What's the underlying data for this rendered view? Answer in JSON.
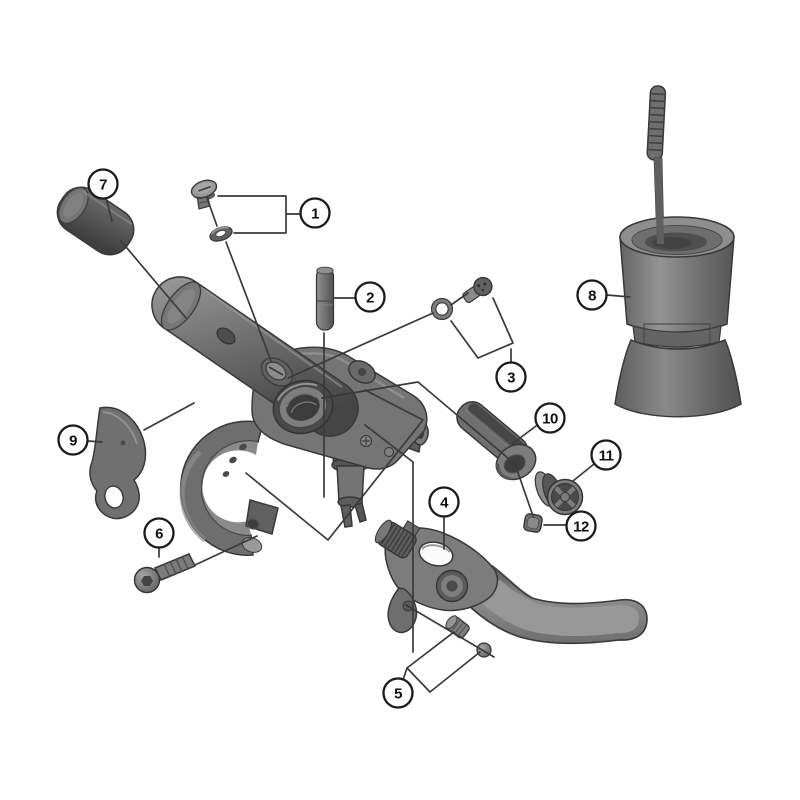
{
  "diagram": {
    "kind": "exploded-parts-diagram",
    "background": "#ffffff",
    "line_color": "#3a3a3a",
    "part_fill": "#777777",
    "callout_style": {
      "fill": "#ffffff",
      "stroke": "#1a1a1a",
      "text_color": "#111111"
    },
    "callouts": [
      {
        "label": "1",
        "part": "cover-screw-and-washer"
      },
      {
        "label": "2",
        "part": "pin"
      },
      {
        "label": "3",
        "part": "bleed-screw-and-oring"
      },
      {
        "label": "4",
        "part": "lever-assembly"
      },
      {
        "label": "5",
        "part": "adjust-nut-and-ball"
      },
      {
        "label": "6",
        "part": "clamp-bolt"
      },
      {
        "label": "7",
        "part": "end-cap"
      },
      {
        "label": "8",
        "part": "bleed-funnel"
      },
      {
        "label": "9",
        "part": "clamp-band"
      },
      {
        "label": "10",
        "part": "bushing-sleeve"
      },
      {
        "label": "11",
        "part": "grommet"
      },
      {
        "label": "12",
        "part": "nut"
      }
    ]
  }
}
